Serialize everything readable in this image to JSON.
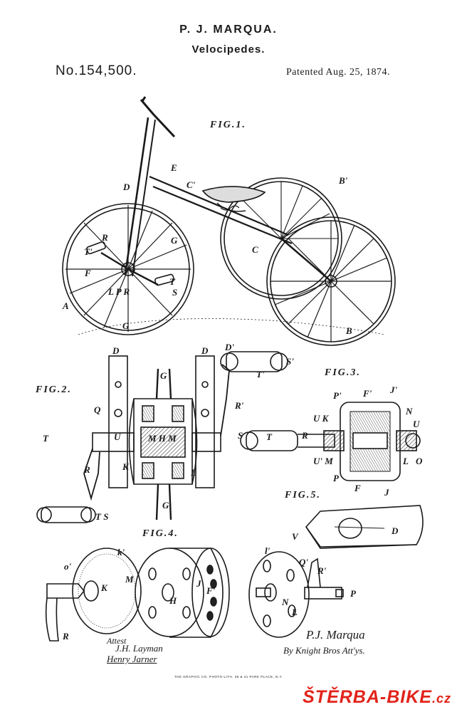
{
  "header": {
    "inventor": "P. J. MARQUA.",
    "title": "Velocipedes.",
    "patent_no": "No.154,500.",
    "patented": "Patented Aug. 25, 1874."
  },
  "figures": {
    "fig1": "FIG.1.",
    "fig2": "FIG.2.",
    "fig3": "FIG.3.",
    "fig4": "FIG.4.",
    "fig5": "FIG.5."
  },
  "signatures": {
    "attest": "Attest",
    "witness1": "J.H. Layman",
    "witness2": "Henry Jarner",
    "inventor_sig": "P.J. Marqua",
    "attorneys": "By Knight Bros Att'ys."
  },
  "printer": "THE GRAPHIC CO. PHOTO-LITH. 39 & 41 PARK PLACE, N.Y.",
  "watermark": {
    "brand": "ŠTĚRBA",
    "suffix": "-BIKE",
    "tld": ".cz",
    "color": "#e2231a"
  }
}
